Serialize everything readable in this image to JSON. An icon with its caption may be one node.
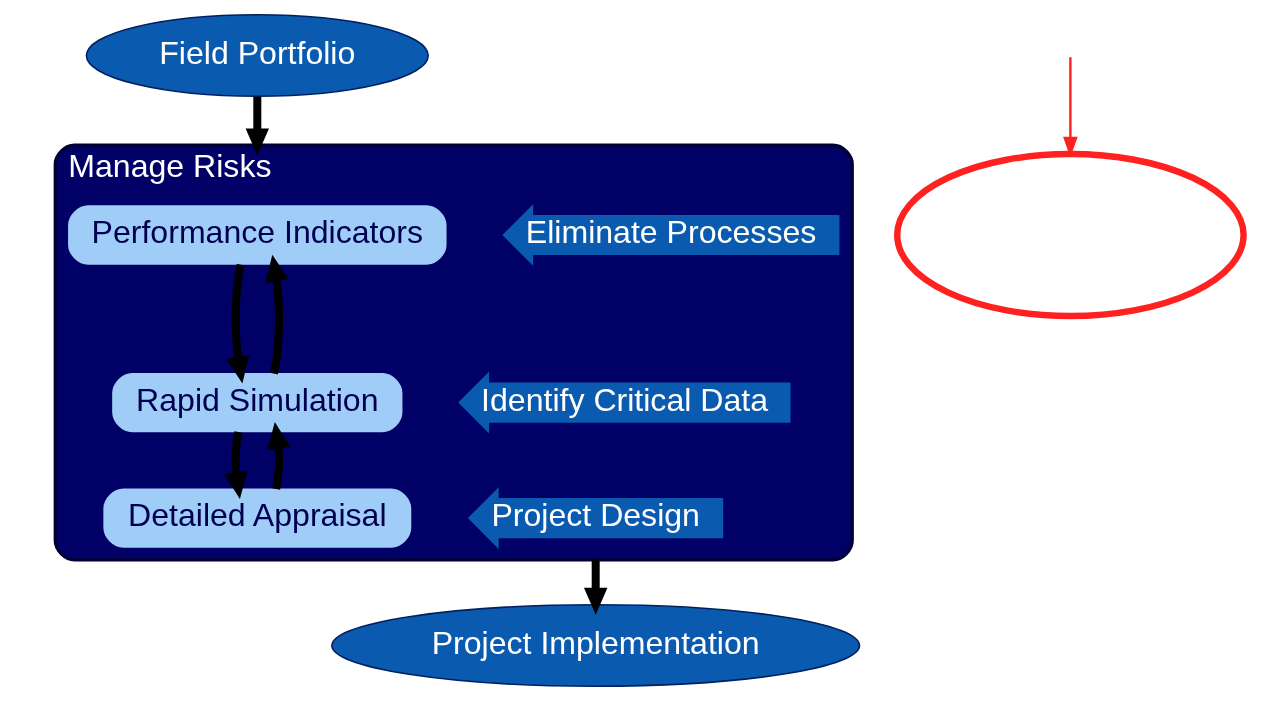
{
  "diagram": {
    "nodes": [
      {
        "text": [
          "Field Portfolio"
        ]
      },
      {
        "text": [
          "Project Implementation"
        ]
      },
      {
        "text": [
          "Manage Risks"
        ]
      },
      {
        "text": [],
        "shape": "ellipse"
      },
      {
        "text": [
          "Performance Indicators"
        ],
        "in": 2
      },
      {
        "text": [
          "Rapid Simulation"
        ],
        "in": 2
      },
      {
        "text": [
          "Detailed Appraisal"
        ],
        "in": 2
      },
      {
        "text": [
          "Eliminate Processes"
        ],
        "in": 2
      },
      {
        "text": [
          "Identify Critical Data"
        ],
        "in": 2
      },
      {
        "text": [
          "Project Design"
        ],
        "in": 2
      }
    ],
    "edges": [
      {
        "from": null,
        "to": 3,
        "arrow": "to",
        "color": "#ff2020"
      },
      {
        "from": 0,
        "to": 2,
        "arrow": "to"
      },
      {
        "from": 2,
        "to": 1,
        "arrow": "to"
      },
      {
        "from": 4,
        "to": 5,
        "arrow": "to"
      },
      {
        "from": 5,
        "to": 6,
        "arrow": "to"
      },
      {
        "from": 5,
        "to": 4,
        "arrow": "to"
      },
      {
        "from": 6,
        "to": 5,
        "arrow": "to"
      }
    ]
  }
}
